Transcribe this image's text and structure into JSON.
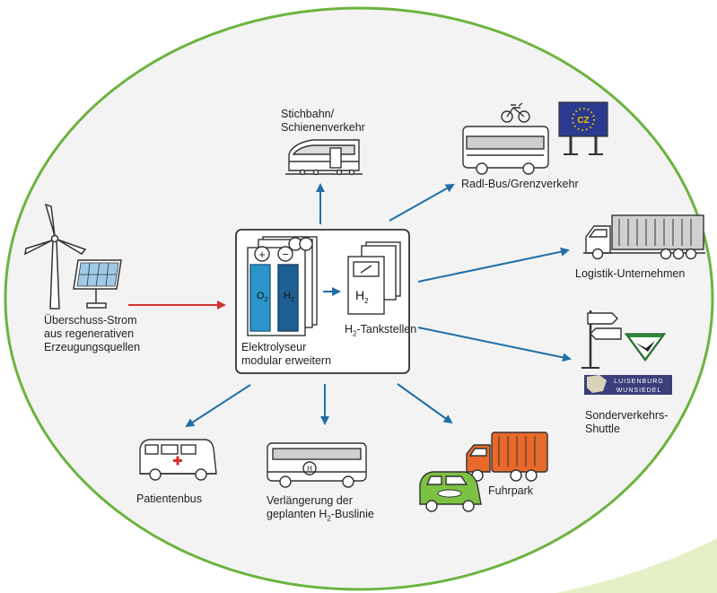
{
  "labels": {
    "surplus": [
      "Überschuss-Strom",
      "aus regenerativen",
      "Erzeugungsquellen"
    ],
    "rail": [
      "Stichbahn/",
      "Schienenverkehr"
    ],
    "radl_bus": "Radl-Bus/Grenzverkehr",
    "logistics": "Logistik-Unternehmen",
    "special_shuttle": [
      "Sonderverkehrs-",
      "Shuttle"
    ],
    "patient_bus": "Patientenbus",
    "bus_line": [
      "Verlängerung der",
      "geplanten H",
      "2",
      "-Buslinie"
    ],
    "fleet": "Fuhrpark",
    "electrolyzer": [
      "Elektrolyseur",
      "modular erweitern"
    ],
    "tank_stations": [
      "H",
      "2",
      "-Tankstellen"
    ],
    "o2": [
      "O",
      "2"
    ],
    "h2": [
      "H",
      "2"
    ],
    "plus": "+",
    "minus": "−",
    "bus_h2": "H",
    "cz": "CZ",
    "luisenburg_top": "LUISENBURG",
    "luisenburg_bottom": "WUNSIEDEL"
  },
  "colors": {
    "ellipse_stroke": "#6cb33f",
    "ellipse_fill": "#f3f3f3",
    "arrow_blue": "#1f6fa8",
    "arrow_red": "#d2322d",
    "o2_cell": "#2b94c9",
    "h2_cell": "#1d5f93",
    "orange_truck": "#e8692a",
    "green_car": "#7cc242",
    "eu_blue": "#2a3b8f",
    "forest_green": "#2e8b3a"
  }
}
